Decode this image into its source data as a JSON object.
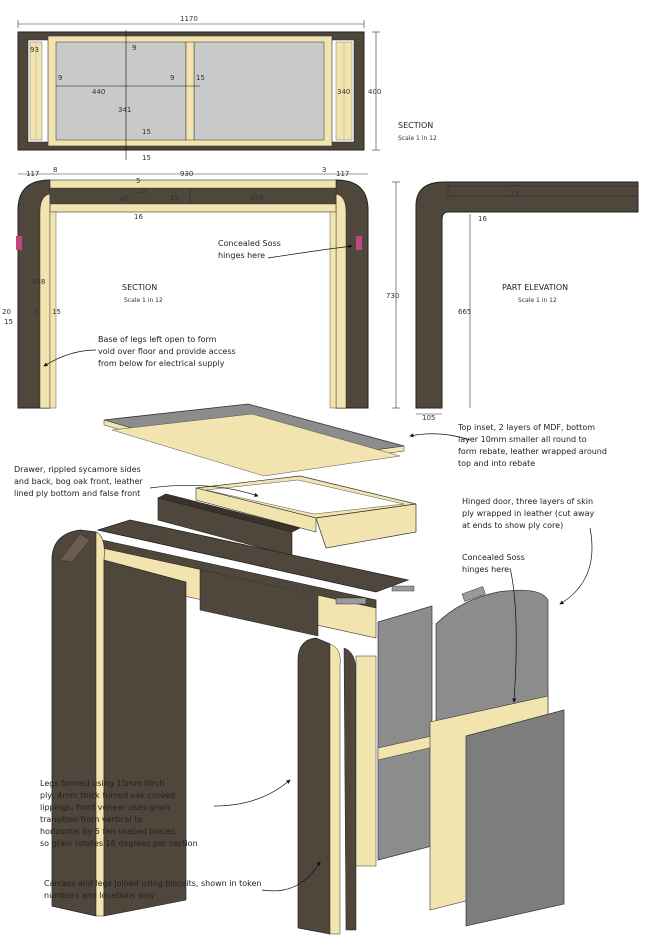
{
  "top_section": {
    "title": "SECTION",
    "scale": "Scale 1 in 12",
    "dims": {
      "overall_width": "1170",
      "d93": "93",
      "d9_top": "9",
      "d9_left": "9",
      "d9_mid": "9",
      "d15_mid": "15",
      "d440": "440",
      "d341": "341",
      "d340": "340",
      "d400": "400",
      "d15_a": "15",
      "d15_b": "15"
    }
  },
  "front_section": {
    "title": "SECTION",
    "scale": "Scale 1 in 12",
    "dims": {
      "d117_left": "117",
      "d8_left": "8",
      "d930": "930",
      "d3_right": "3",
      "d117_right": "117",
      "d5": "5",
      "d25": "25",
      "d15": "15",
      "d40": "40",
      "d458": "458",
      "d16": "16",
      "d458_v": "458",
      "d20": "20",
      "d15_low": "15",
      "d15_r": "15",
      "d5_low": "5"
    },
    "hinge_note": "Concealed Soss\nhinges here",
    "legs_note": "Base of legs left open to form\nvoid over floor and provide access\nfrom below for electrical supply"
  },
  "part_elevation": {
    "title": "PART ELEVATION",
    "scale": "Scale 1 in 12",
    "dims": {
      "d730": "730",
      "d665": "665",
      "d105": "105",
      "d16": "16",
      "d15": "15"
    }
  },
  "exploded": {
    "top_note": "Top inset, 2 layers of MDF, bottom\nlayer 10mm smaller all round to\nform rebate, leather wrapped around\ntop and into rebate",
    "drawer_note": "Drawer, rippled sycamore sides\nand back, bog oak front, leather\nlined ply bottom and false front",
    "door_note": "Hinged door, three layers of skin\nply wrapped in leather (cut away\nat ends to show ply core)",
    "hinges_note": "Concealed Soss\nhinges here",
    "legs_note": "Legs formed using 15mm birch\nply, 4mm thick fumed oak curved\nlippings, front veneer uses grain\ntransition from vertical to\nhorizontal by 5 fan shaped pieces\nso grain rotates 18 degrees per section",
    "biscuits_note": "Carcass and legs joined using biscuits, shown in token\nnumbers and locations only"
  },
  "colors": {
    "oak": "#4f463c",
    "oak_dark": "#3a332b",
    "ply": "#f2e4ae",
    "glass": "#c9c9c9",
    "leather": "#7d7d7d",
    "accent": "#c0477c"
  }
}
